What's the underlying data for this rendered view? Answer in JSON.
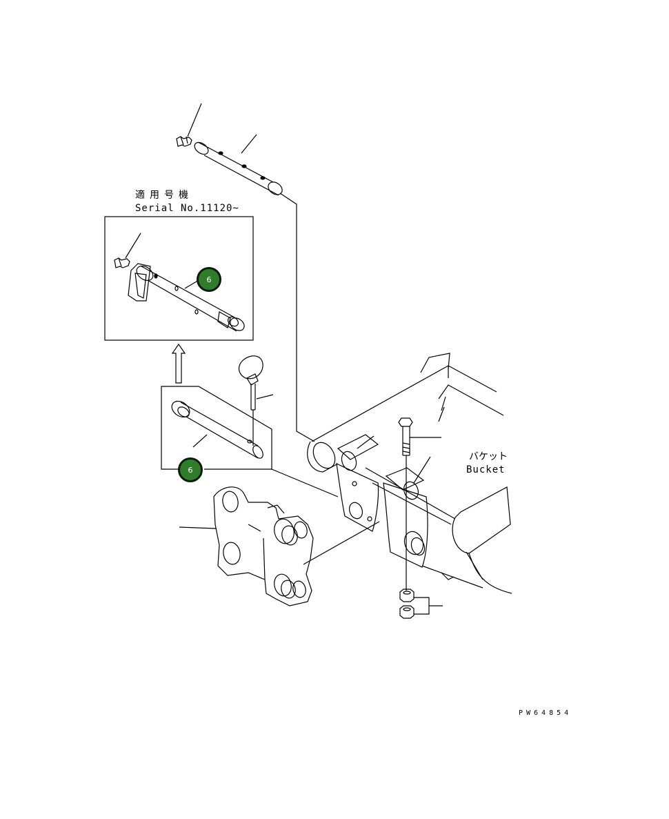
{
  "serial_note": {
    "label_jp": "適用号機",
    "label_en": "Serial No.11120~"
  },
  "bucket_label": {
    "jp": "バケット",
    "en": "Bucket"
  },
  "callouts": [
    {
      "number": "6"
    },
    {
      "number": "6"
    }
  ],
  "drawing_id": "PW64854",
  "colors": {
    "callout_fill": "#2f7d2a",
    "callout_border": "#0c1a0c",
    "line": "#000000"
  }
}
